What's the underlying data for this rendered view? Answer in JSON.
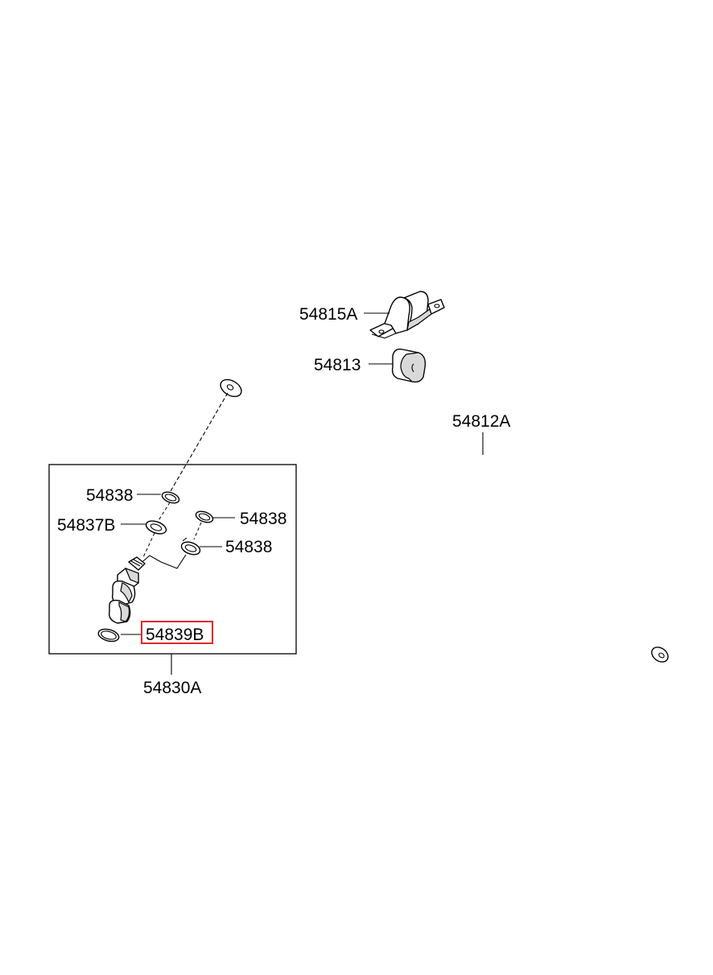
{
  "diagram": {
    "parts": [
      {
        "id": "stabilizer-bracket",
        "label": "54815A"
      },
      {
        "id": "stabilizer-bushing",
        "label": "54813"
      },
      {
        "id": "stabilizer-bar",
        "label": "54812A"
      },
      {
        "id": "washer-upper",
        "label": "54838"
      },
      {
        "id": "bushing-upper",
        "label": "54837B"
      },
      {
        "id": "washer-right-top",
        "label": "54838"
      },
      {
        "id": "washer-right-bottom",
        "label": "54838"
      },
      {
        "id": "snap-ring",
        "label": "54839B",
        "highlighted": true
      },
      {
        "id": "link-assembly",
        "label": "54830A"
      }
    ],
    "highlight_color": "#e0262b",
    "line_color": "#000000"
  }
}
